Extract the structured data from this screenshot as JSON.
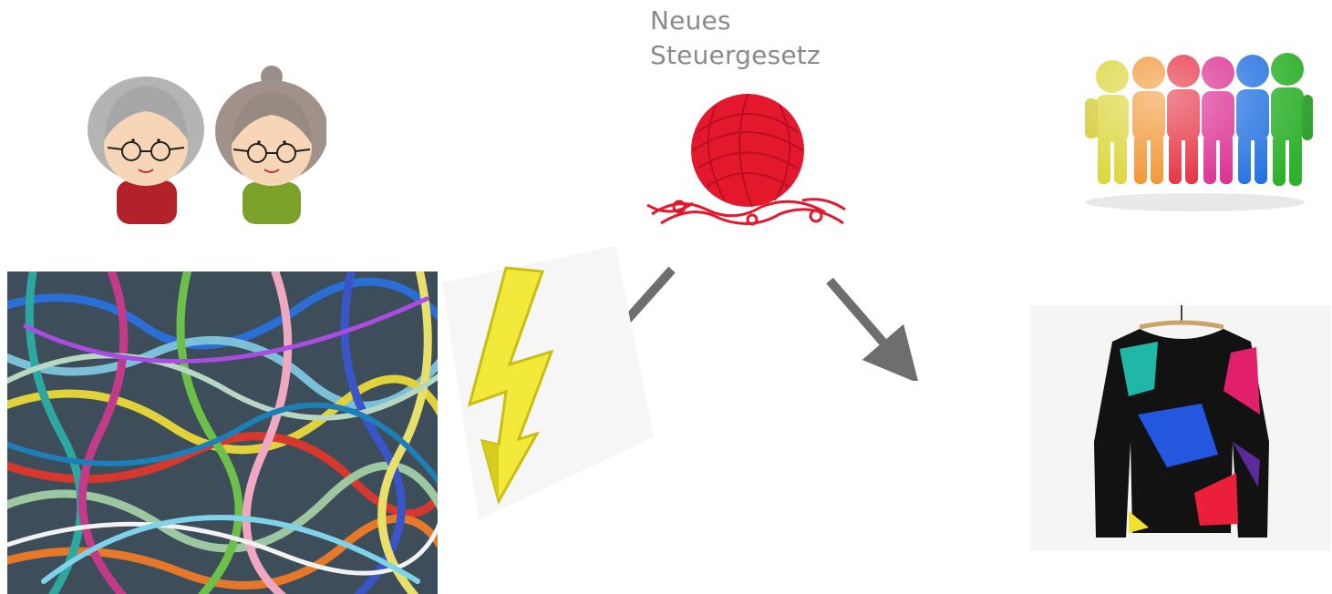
{
  "diagram": {
    "title_lines": [
      "Neues",
      "Steuergesetz"
    ]
  },
  "colors": {
    "title": "#8a8a8a",
    "arrows": "#6e6e6e",
    "yarn_ball": "#e3182d",
    "bolt": "#f2e93a"
  },
  "icons": {
    "center": "red-yarn-ball-icon",
    "top_left": "elderly-couple-icon",
    "top_right": "colorful-people-group-icon",
    "bottom_left": "tangled-threads-photo",
    "middle_left": "lightning-bolt-icon",
    "bottom_right": "colorful-sweater-photo"
  }
}
